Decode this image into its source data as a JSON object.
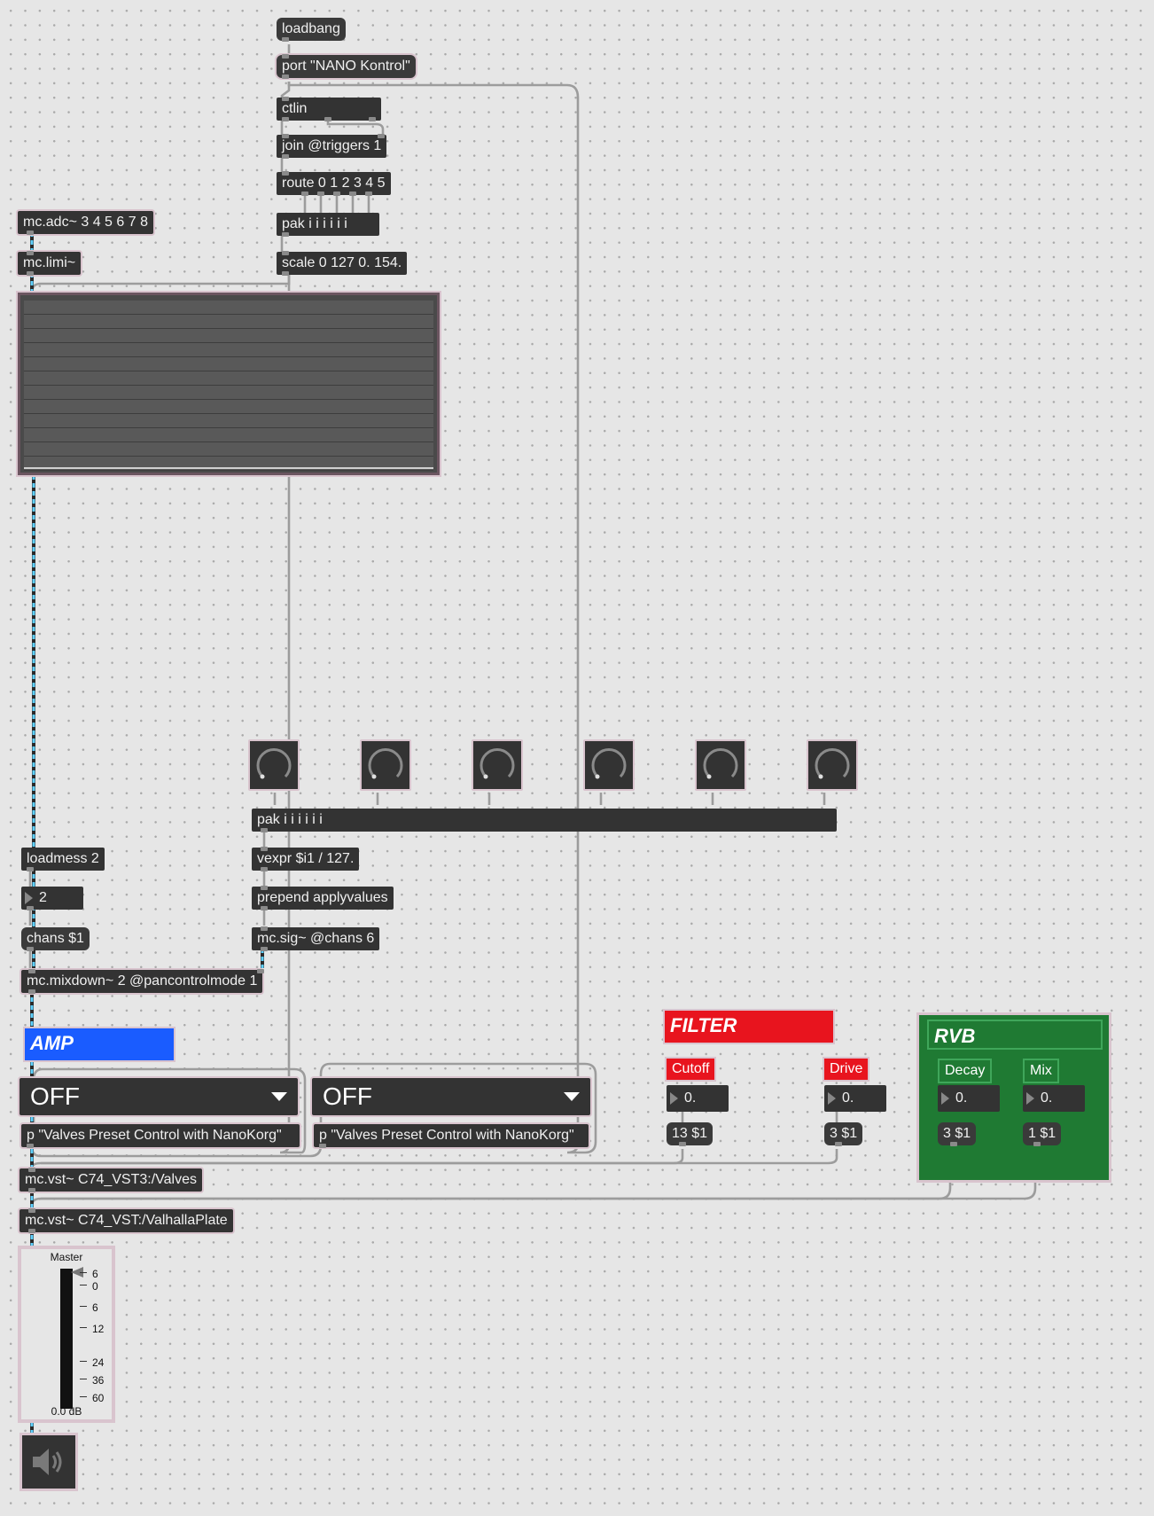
{
  "objects": {
    "loadbang": "loadbang",
    "port": "port \"NANO Kontrol\"",
    "ctlin": "ctlin",
    "join": "join @triggers 1",
    "route": "route 0 1 2 3 4 5",
    "pak_top": "pak i i i i i i",
    "scale": "scale 0 127 0. 154.",
    "adc": "mc.adc~ 3 4 5 6 7 8",
    "limi": "mc.limi~",
    "pak_bottom": "pak i i i i i i",
    "vexpr": "vexpr $i1 / 127.",
    "prepend": "prepend applyvalues",
    "mcsig": "mc.sig~ @chans 6",
    "loadmess": "loadmess 2",
    "chans_number": "2",
    "chans_msg": "chans $1",
    "mixdown": "mc.mixdown~ 2 @pancontrolmode 1",
    "preset_ctrl_1": "p \"Valves Preset Control with NanoKorg\"",
    "preset_ctrl_2": "p \"Valves Preset Control with NanoKorg\"",
    "vst_valves": "mc.vst~ C74_VST3:/Valves",
    "vst_plate": "mc.vst~ C74_VST:/ValhallaPlate"
  },
  "menus": {
    "menu1": "OFF",
    "menu2": "OFF"
  },
  "sections": {
    "amp": "AMP",
    "filter": "FILTER",
    "rvb": "RVB"
  },
  "params": {
    "cutoff": {
      "label": "Cutoff",
      "value": "0.",
      "message": "13 $1"
    },
    "drive": {
      "label": "Drive",
      "value": "0.",
      "message": "3 $1"
    },
    "decay": {
      "label": "Decay",
      "value": "0.",
      "message": "3 $1"
    },
    "mix": {
      "label": "Mix",
      "value": "0.",
      "message": "1 $1"
    }
  },
  "gain": {
    "label": "Master",
    "readout": "0.0 dB",
    "scale": [
      "6",
      "0",
      "6",
      "12",
      "24",
      "36",
      "60"
    ]
  },
  "colors": {
    "object_bg": "#333333",
    "patch_bg": "#e6e6e6",
    "amp": "#1a5cff",
    "filter": "#e8141e",
    "rvb": "#1f7a33",
    "signal_cord": "#5fd0ff",
    "outline": "#d9c4ce"
  }
}
